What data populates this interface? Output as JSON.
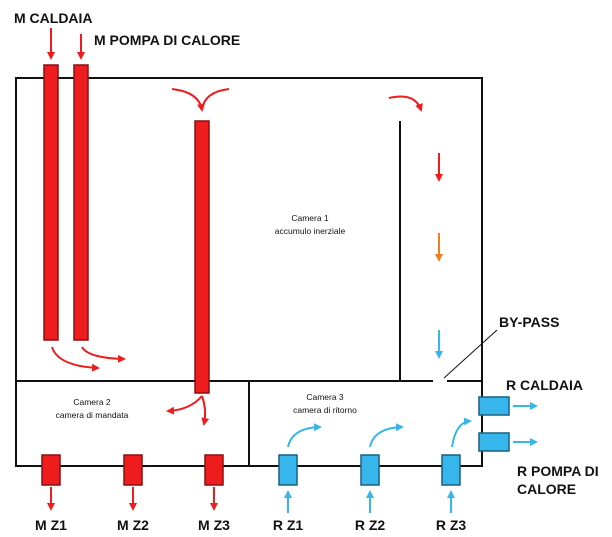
{
  "colors": {
    "supply_red": "#ee1c1c",
    "pipe_dark": "#8a1010",
    "return_blue": "#36b6ea",
    "return_dark": "#1a5f82",
    "mid_orange": "#f07f1d",
    "wall_black": "#111111"
  },
  "labels": {
    "m_caldaia": "M CALDAIA",
    "m_pompa": "M POMPA DI CALORE",
    "bypass": "BY-PASS",
    "r_caldaia": "R CALDAIA",
    "r_pompa_line1": "R POMPA DI",
    "r_pompa_line2": "CALORE"
  },
  "chambers": {
    "c1_title": "Camera 1",
    "c1_sub": "accumulo inerziale",
    "c2_title": "Camera 2",
    "c2_sub": "camera di mandata",
    "c3_title": "Camera 3",
    "c3_sub": "camera di ritorno"
  },
  "outlets": {
    "mz1": "M Z1",
    "mz2": "M Z2",
    "mz3": "M Z3",
    "rz1": "R Z1",
    "rz2": "R Z2",
    "rz3": "R Z3"
  }
}
